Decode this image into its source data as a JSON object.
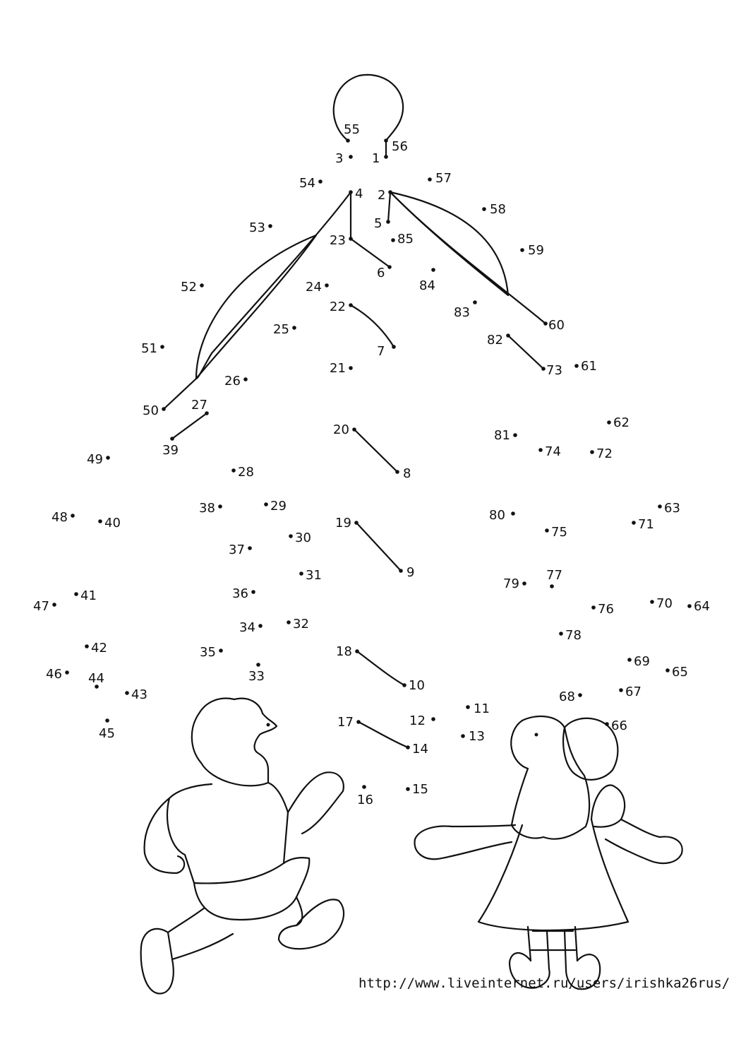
{
  "puzzle": {
    "numbers": [
      "1",
      "2",
      "3",
      "4",
      "5",
      "6",
      "7",
      "8",
      "9",
      "10",
      "11",
      "12",
      "13",
      "14",
      "15",
      "16",
      "17",
      "18",
      "19",
      "20",
      "21",
      "22",
      "23",
      "24",
      "25",
      "26",
      "27",
      "28",
      "29",
      "30",
      "31",
      "32",
      "33",
      "34",
      "35",
      "36",
      "37",
      "38",
      "39",
      "40",
      "41",
      "42",
      "43",
      "44",
      "45",
      "46",
      "47",
      "48",
      "49",
      "50",
      "51",
      "52",
      "53",
      "54",
      "55",
      "56",
      "57",
      "58",
      "59",
      "60",
      "61",
      "62",
      "63",
      "64",
      "65",
      "66",
      "67",
      "68",
      "69",
      "70",
      "71",
      "72",
      "73",
      "74",
      "75",
      "76",
      "77",
      "78",
      "79",
      "80",
      "81",
      "82",
      "83",
      "84",
      "85"
    ]
  },
  "figures": {
    "boy": "boy-illustration",
    "girl": "girl-illustration"
  },
  "footer": {
    "url": "http://www.liveinternet.ru/users/irishka26rus/"
  }
}
